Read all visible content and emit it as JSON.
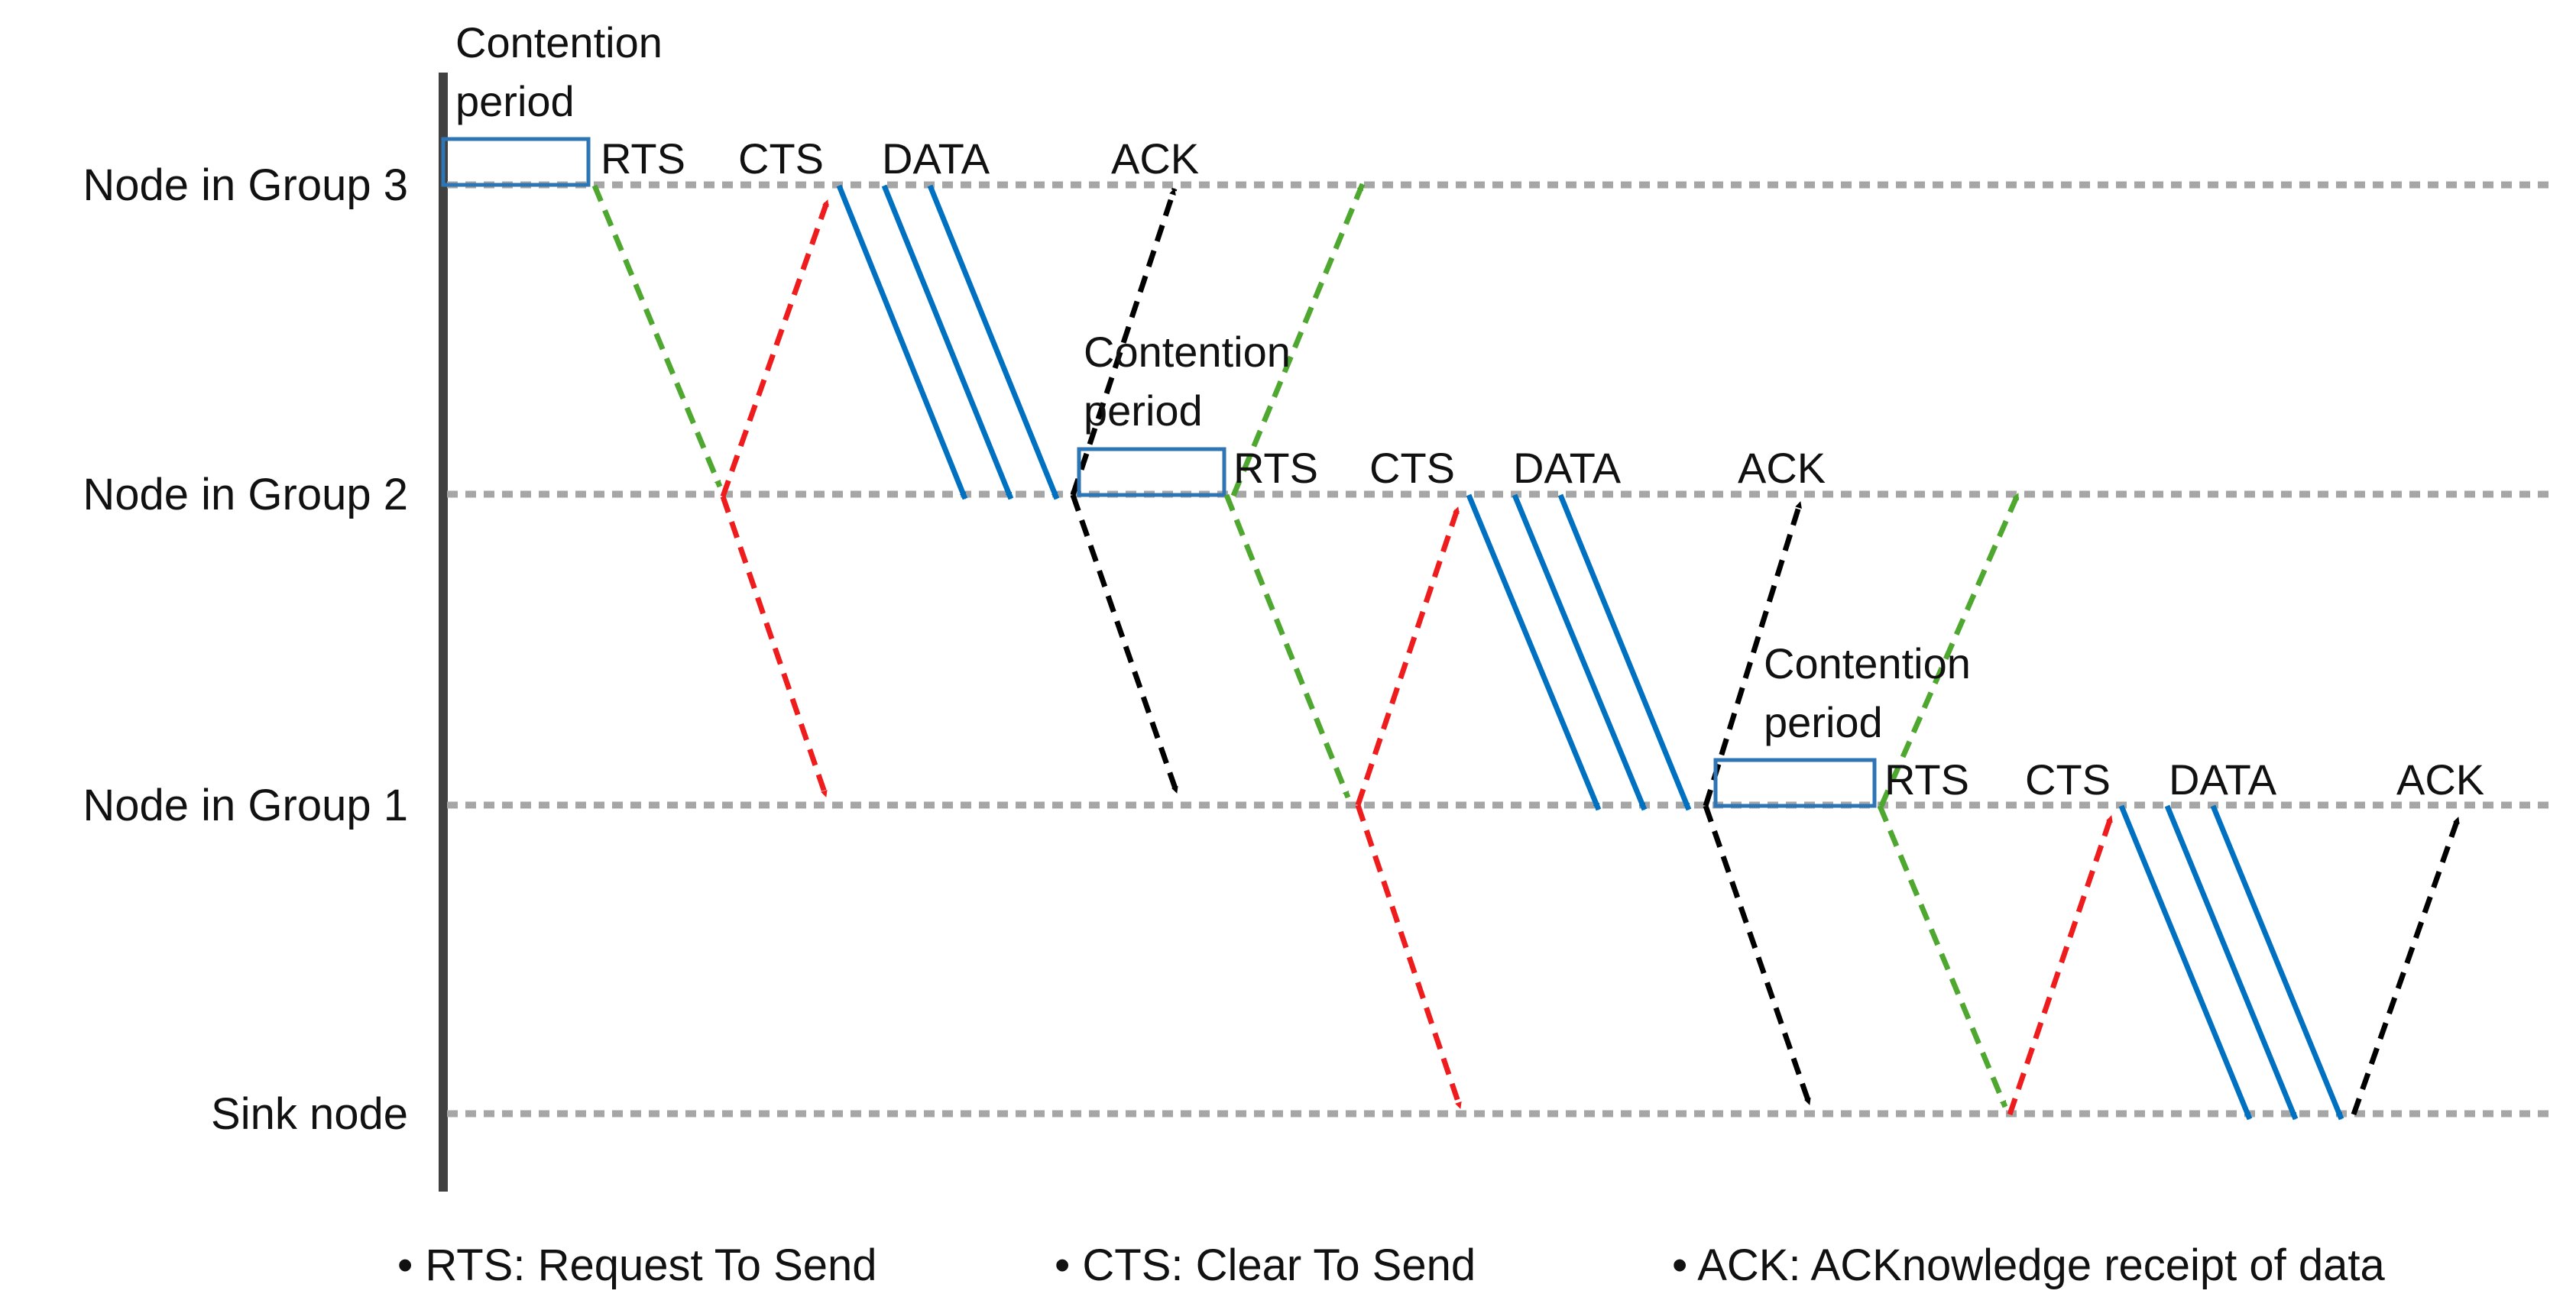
{
  "nodes": [
    {
      "id": "group3",
      "label": "Node in Group 3"
    },
    {
      "id": "group2",
      "label": "Node in Group 2"
    },
    {
      "id": "group1",
      "label": "Node in Group 1"
    },
    {
      "id": "sink",
      "label": "Sink node"
    }
  ],
  "stages": [
    {
      "contention_line1": "Contention",
      "contention_line2": "period",
      "rts": "RTS",
      "cts": "CTS",
      "data": "DATA",
      "ack": "ACK"
    },
    {
      "contention_line1": "Contention",
      "contention_line2": "period",
      "rts": "RTS",
      "cts": "CTS",
      "data": "DATA",
      "ack": "ACK"
    },
    {
      "contention_line1": "Contention",
      "contention_line2": "period",
      "rts": "RTS",
      "cts": "CTS",
      "data": "DATA",
      "ack": "ACK"
    }
  ],
  "legend": [
    "• RTS: Request To Send",
    "• CTS: Clear To Send",
    "• ACK: ACKnowledge receipt of data"
  ],
  "colors": {
    "rts": "#4ea72e",
    "cts": "#ee1c1c",
    "data": "#0070c0",
    "ack": "#000000",
    "contention_box": "#2e75b6",
    "timeline": "#a6a6a6",
    "axis": "#404040"
  }
}
